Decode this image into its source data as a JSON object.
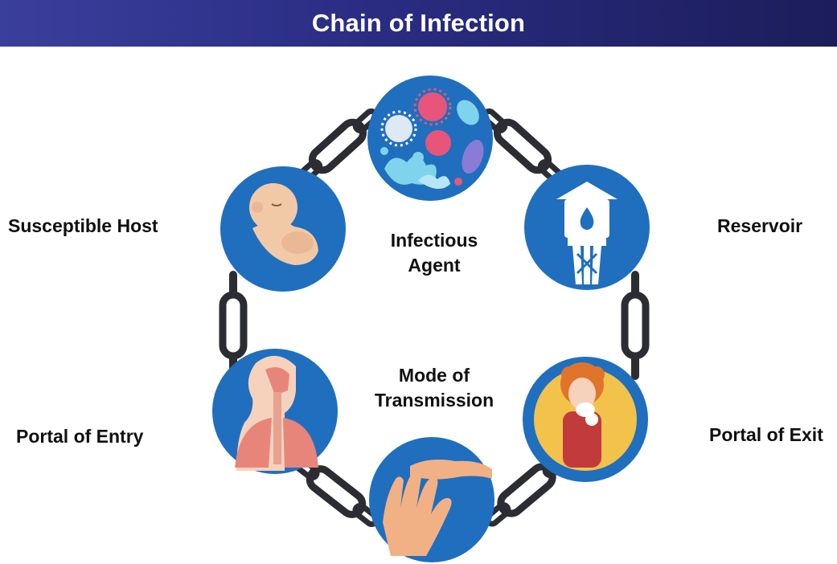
{
  "header": {
    "title": "Chain of Infection"
  },
  "stages": {
    "infectious_agent": "Infectious Agent",
    "reservoir": "Reservoir",
    "portal_of_exit": "Portal of Exit",
    "mode_of_transmission": "Mode of Transmission",
    "portal_of_entry": "Portal of Entry",
    "susceptible_host": "Susceptible Host"
  },
  "center": {
    "top_label_line1": "Infectious",
    "top_label_line2": "Agent",
    "bottom_label_line1": "Mode of",
    "bottom_label_line2": "Transmission"
  },
  "colors": {
    "header_start": "#3b3f9c",
    "header_end": "#1c1d5a",
    "circle_blue": "#1f6fbe",
    "chain": "#2b2d33"
  },
  "icons": {
    "infectious_agent": "microbes-icon",
    "reservoir": "water-tower-icon",
    "portal_of_exit": "sneezing-person-icon",
    "mode_of_transmission": "touching-hands-icon",
    "portal_of_entry": "respiratory-system-icon",
    "susceptible_host": "baby-icon"
  }
}
